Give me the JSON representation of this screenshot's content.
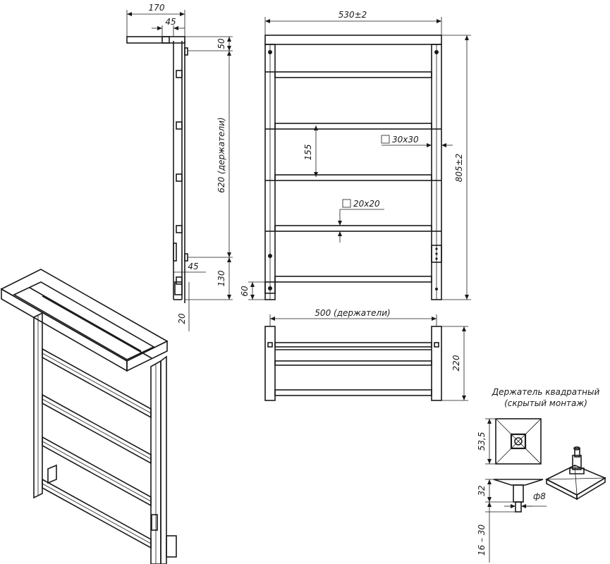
{
  "drawing": {
    "side_view": {
      "overall_depth": "170",
      "top_offset": "45",
      "top_gap": "50",
      "holder_span": "620 (держатели)",
      "bottom_offset": "45",
      "bottom_gap": "130",
      "foot": "20"
    },
    "front_view": {
      "width": "530±2",
      "height": "805±2",
      "rail_pitch": "155",
      "frame_profile": "30x30",
      "rail_profile": "20x20",
      "bottom_height": "60"
    },
    "top_view": {
      "holder_span": "500 (держатели)",
      "depth": "220"
    },
    "holder_detail": {
      "title_line1": "Держатель квадратный",
      "title_line2": "(скрытый монтаж)",
      "flange": "53,5",
      "height": "32",
      "pin_diameter": "ф8",
      "wall_depth": "16 – 30"
    }
  }
}
